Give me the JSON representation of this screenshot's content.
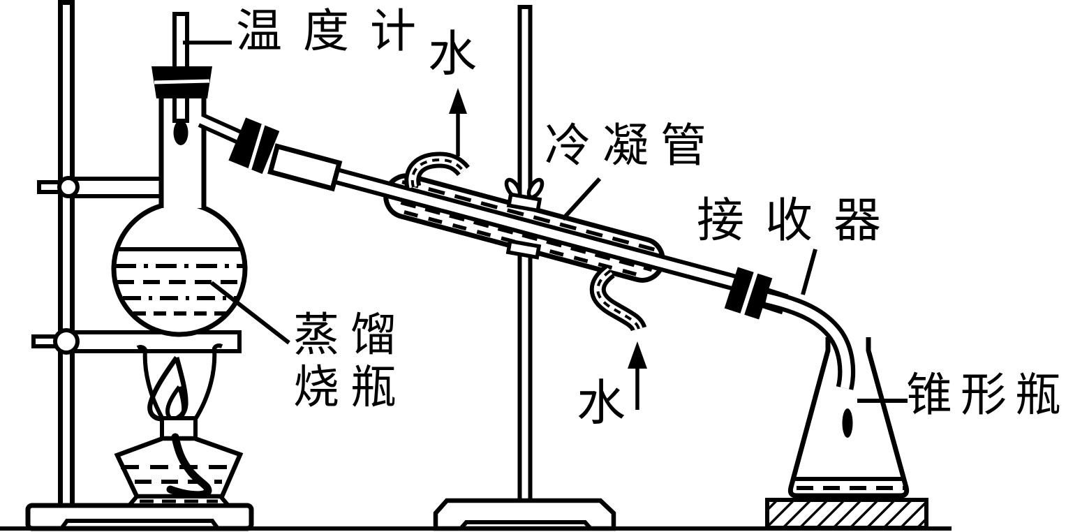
{
  "labels": {
    "thermometer": "温度计",
    "water_out": "水",
    "condenser": "冷凝管",
    "receiver": "接收器",
    "distillation_flask_line1": "蒸馏",
    "distillation_flask_line2": "烧瓶",
    "water_in": "水",
    "conical_flask": "锥形瓶"
  },
  "colors": {
    "ink": "#000000",
    "background": "#ffffff"
  }
}
